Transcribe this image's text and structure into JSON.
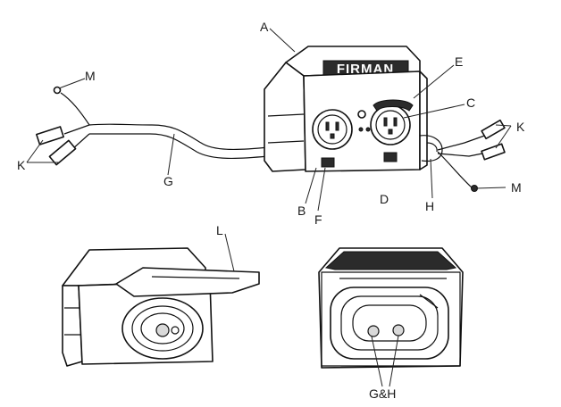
{
  "brand_logo_text": "FIRMAN",
  "callouts": {
    "A": "A",
    "B": "B",
    "C": "C",
    "D": "D",
    "E": "E",
    "F": "F",
    "G": "G",
    "H": "H",
    "K_left": "K",
    "K_right": "K",
    "L": "L",
    "M_left": "M",
    "M_right": "M",
    "GH": "G&H"
  }
}
